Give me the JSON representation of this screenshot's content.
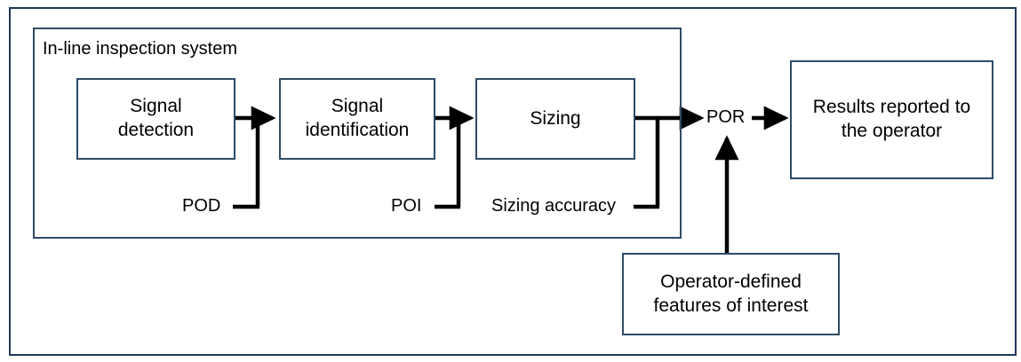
{
  "diagram": {
    "title_label": "In-line inspection system",
    "outer_frame_name": "outer-frame",
    "colors": {
      "outer_border": "#20375A",
      "box_border": "#2F4A66",
      "connector": "#000000",
      "background": "#FFFFFF",
      "text": "#000000"
    },
    "process_boxes": [
      {
        "id": "signal-detection",
        "line1": "Signal",
        "line2": "detection"
      },
      {
        "id": "signal-identification",
        "line1": "Signal",
        "line2": "identification"
      },
      {
        "id": "sizing",
        "line1": "Sizing",
        "line2": ""
      }
    ],
    "metric_labels": [
      {
        "id": "pod",
        "text": "POD"
      },
      {
        "id": "poi",
        "text": "POI"
      },
      {
        "id": "sizing-accuracy",
        "text": "Sizing accuracy"
      }
    ],
    "por_label": "POR",
    "results_box": {
      "line1": "Results reported to",
      "line2": "the operator"
    },
    "operator_box": {
      "line1": "Operator-defined",
      "line2": "features of interest"
    }
  }
}
